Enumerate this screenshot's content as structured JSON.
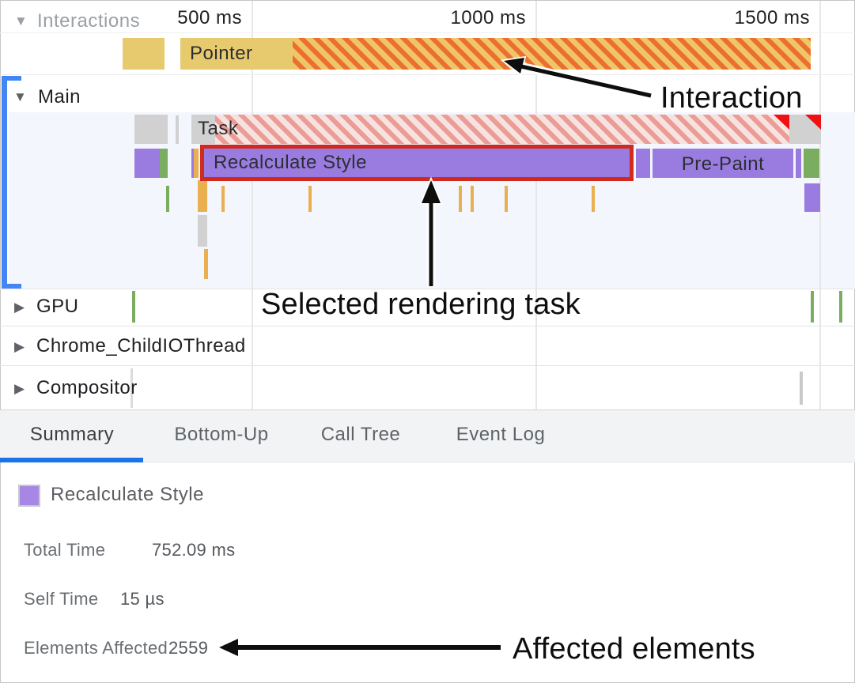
{
  "ruler": {
    "tick_500": "500 ms",
    "tick_1000": "1000 ms",
    "tick_1500": "1500 ms"
  },
  "tracks": {
    "interactions_label": "Interactions",
    "pointer_label": "Pointer",
    "main_label": "Main",
    "task_label": "Task",
    "recalc_label": "Recalculate Style",
    "prepaint_label": "Pre-Paint",
    "gpu_label": "GPU",
    "childio_label": "Chrome_ChildIOThread",
    "compositor_label": "Compositor"
  },
  "annotations": {
    "interaction": "Interaction",
    "selected_task": "Selected rendering task",
    "affected": "Affected elements"
  },
  "tabs": [
    {
      "label": "Summary",
      "selected": true
    },
    {
      "label": "Bottom-Up",
      "selected": false
    },
    {
      "label": "Call Tree",
      "selected": false
    },
    {
      "label": "Event Log",
      "selected": false
    }
  ],
  "summary": {
    "title": "Recalculate Style",
    "rows": [
      {
        "label": "Total Time",
        "value": "752.09 ms"
      },
      {
        "label": "Self Time",
        "value": "15 µs"
      },
      {
        "label": "Elements Affected",
        "value": "2559"
      }
    ]
  },
  "colors": {
    "accent_blue": "#1a73e8",
    "selection_bracket_blue": "#4285f4",
    "event_purple": "#9a7ce0",
    "interaction_yellow": "#e8ca6e",
    "interaction_stripe_orange": "#ec6f30",
    "paint_green": "#7aad60",
    "selected_border_red": "#d02a20",
    "long_task_red": "#ee1111"
  }
}
